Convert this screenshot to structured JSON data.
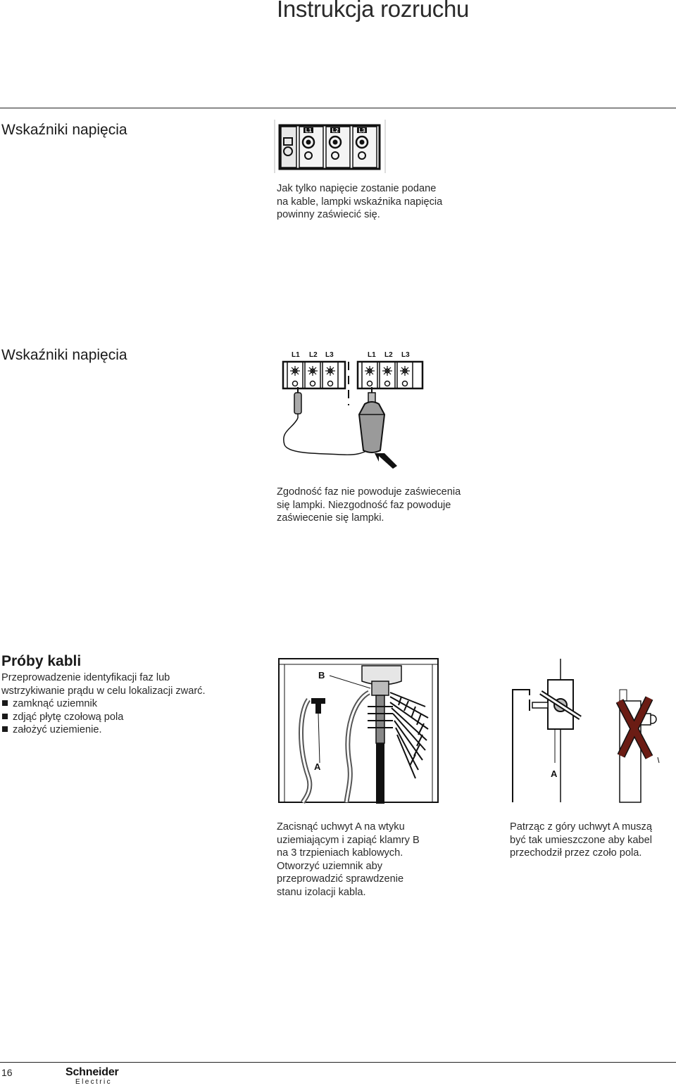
{
  "header": {
    "title": "Instrukcja rozruchu"
  },
  "section1": {
    "heading": "Wskaźniki napięcia",
    "panel_labels": [
      "L1",
      "L2",
      "L3"
    ],
    "caption_lines": [
      "Jak tylko napięcie zostanie podane",
      "na kable, lampki wskaźnika napięcia",
      "powinny zaświecić się."
    ]
  },
  "section2": {
    "heading": "Wskaźniki napięcia",
    "labels_left": [
      "L1",
      "L2",
      "L3"
    ],
    "labels_right": [
      "L1",
      "L2",
      "L3"
    ],
    "caption_lines": [
      "Zgodność faz nie powoduje zaświecenia",
      "się lampki. Niezgodność faz powoduje",
      "zaświecenie się lampki."
    ]
  },
  "section3": {
    "heading": "Próby kabli",
    "intro_lines": [
      "Przeprowadzenie identyfikacji faz lub",
      "wstrzykiwanie prądu w celu lokalizacji zwarć."
    ],
    "bullets": [
      "zamknąć uziemnik",
      "zdjąć płytę czołową pola",
      "założyć uziemienie."
    ],
    "figure1_labels": {
      "b": "B",
      "a": "A"
    },
    "figure2_labels": {
      "a": "A"
    },
    "caption_left_lines": [
      "Zacisnąć uchwyt A na wtyku",
      "uziemiającym i zapiąć klamry B",
      "na  3 trzpieniach kablowych.",
      "Otworzyć uziemnik aby",
      "przeprowadzić sprawdzenie",
      "stanu izolacji kabla."
    ],
    "caption_right_lines": [
      "Patrząc z góry uchwyt A muszą",
      "być tak umieszczone aby kabel",
      "przechodził przez czoło pola."
    ]
  },
  "footer": {
    "page_number": "16",
    "brand_top": "Schneider",
    "brand_bottom": "Electric"
  },
  "colors": {
    "text": "#1a1a1a",
    "cross": "#6b1c14",
    "body_gray": "#9a9a9a"
  }
}
